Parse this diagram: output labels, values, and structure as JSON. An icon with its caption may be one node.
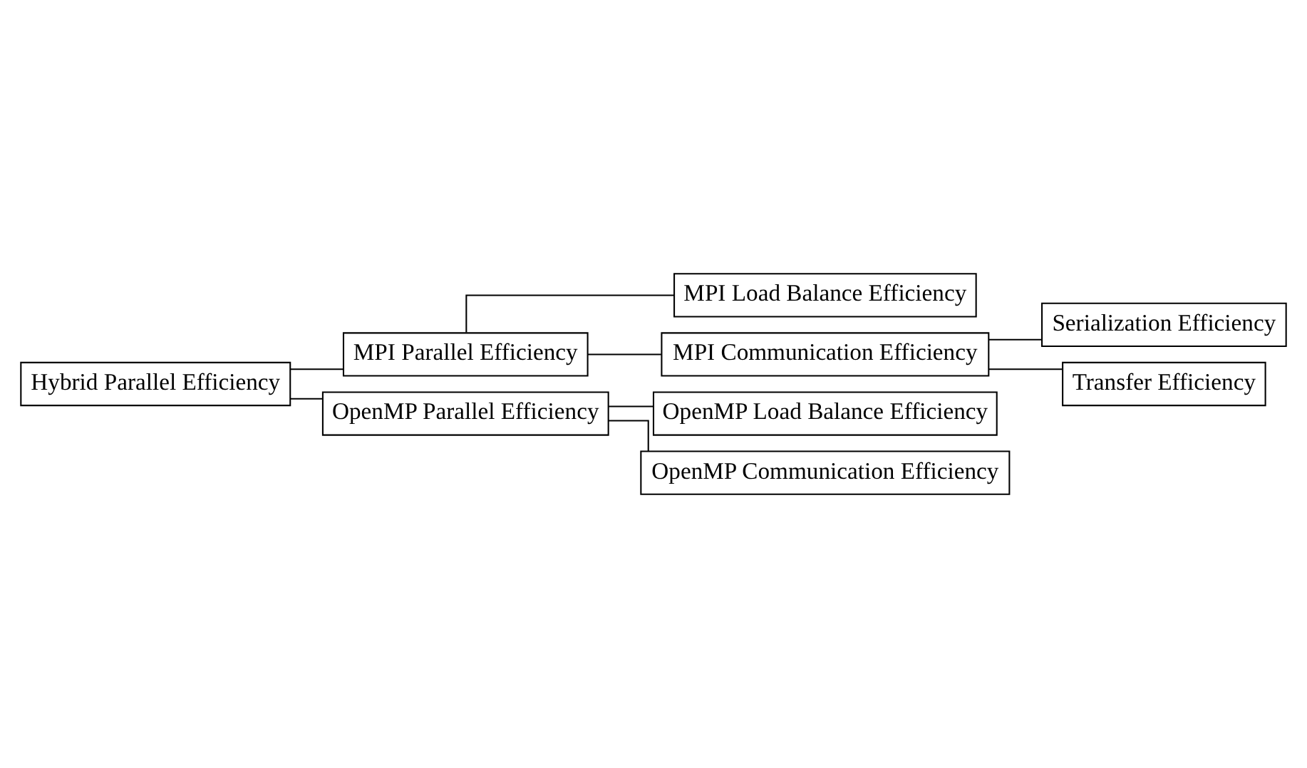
{
  "diagram": {
    "nodes": [
      {
        "text": [
          "Hybrid Parallel Efficiency"
        ]
      },
      {
        "text": [
          "MPI Parallel Efficiency"
        ]
      },
      {
        "text": [
          "MPI Load Balance Efficiency"
        ]
      },
      {
        "text": [
          "MPI Communication Efficiency"
        ]
      },
      {
        "text": [
          "Serialization Efficiency"
        ]
      },
      {
        "text": [
          "Transfer Efficiency"
        ]
      },
      {
        "text": [
          "OpenMP Parallel Efficiency"
        ]
      },
      {
        "text": [
          "OpenMP Load Balance Efficiency"
        ]
      },
      {
        "text": [
          "OpenMP Communication Efficiency"
        ]
      }
    ],
    "edges": [
      {
        "from": 0,
        "to": 1,
        "arrow": "none"
      },
      {
        "from": 1,
        "to": 2,
        "arrow": "none"
      },
      {
        "from": 1,
        "to": 3,
        "arrow": "none"
      },
      {
        "from": 3,
        "to": 4,
        "arrow": "none"
      },
      {
        "from": 3,
        "to": 5,
        "arrow": "none"
      },
      {
        "from": 0,
        "to": 6,
        "arrow": "none"
      },
      {
        "from": 6,
        "to": 7,
        "arrow": "none"
      },
      {
        "from": 6,
        "to": 8,
        "arrow": "none"
      }
    ]
  }
}
